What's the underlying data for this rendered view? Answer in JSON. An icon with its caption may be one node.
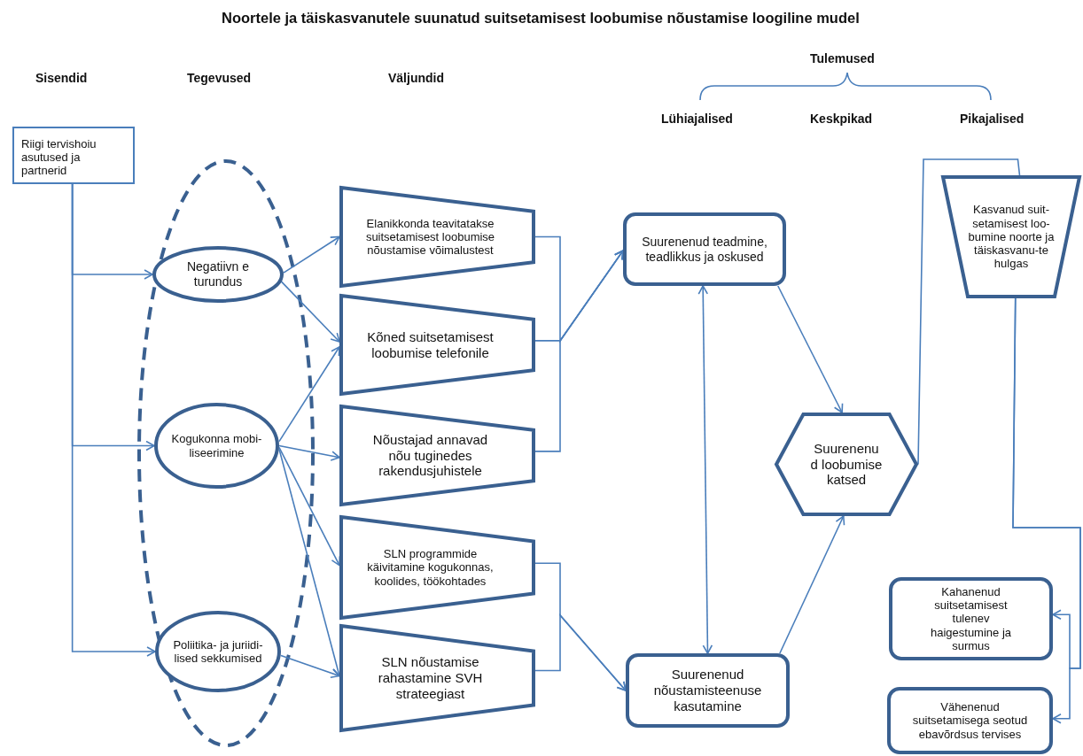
{
  "diagram": {
    "title": "Noortele ja täiskasvanutele suunatud  suitsetamisest loobumise nõustamise loogiline mudel",
    "nodes": [
      {
        "text": [
          "Riigi tervishoiu asutused ja partnerid"
        ]
      },
      {
        "text": [
          "Negatiivn e turundus"
        ]
      },
      {
        "text": [
          "Kogukonna mobi- liseerimine"
        ]
      },
      {
        "text": [
          "Poliitika- ja juriidi- lised sekkumised"
        ]
      },
      {
        "text": [
          "Elanikkonda teavitatakse suitsetamisest loobumise nõustamise võimalustest"
        ]
      },
      {
        "text": [
          "Kõned suitsetamisest loobumise telefonile"
        ]
      },
      {
        "text": [
          "Nõustajad annavad nõu tuginedes rakendusjuhistele"
        ]
      },
      {
        "text": [
          "SLN programmide käivitamine kogukonnas, koolides, töökohtades"
        ]
      },
      {
        "text": [
          "SLN nõustamise rahastamine SVH strateegiast"
        ]
      },
      {
        "text": [
          "Suurenenud teadmine, teadlikkus ja oskused"
        ]
      },
      {
        "text": [
          "Suurenenud nõustamisteenuse kasutamine"
        ]
      },
      {
        "text": [
          "Suurenenu d loobumise katsed"
        ]
      },
      {
        "text": [
          "Kasvanud suit- setamisest loo-bumine noorte ja täiskasvanu-te hulgas"
        ]
      },
      {
        "text": [
          "Kahanenud suitsetamisest tulenev haigestumine ja surmus"
        ]
      },
      {
        "text": [
          "Vähenenud suitsetamisega seotud  ebavõrdsus tervises"
        ]
      }
    ],
    "edges": [
      {
        "from": 0,
        "to": 1,
        "arrow": "to"
      },
      {
        "from": 0,
        "to": 2,
        "arrow": "to"
      },
      {
        "from": 0,
        "to": 3,
        "arrow": "to"
      },
      {
        "from": 1,
        "to": 4,
        "arrow": "to"
      },
      {
        "from": 1,
        "to": 5,
        "arrow": "to"
      },
      {
        "from": 2,
        "to": 5,
        "arrow": "to"
      },
      {
        "from": 2,
        "to": 6,
        "arrow": "to"
      },
      {
        "from": 2,
        "to": 7,
        "arrow": "to"
      },
      {
        "from": 2,
        "to": 8,
        "arrow": "to"
      },
      {
        "from": 3,
        "to": 8,
        "arrow": "to"
      },
      {
        "from": 4,
        "to": 9,
        "arrow": "to"
      },
      {
        "from": 5,
        "to": 9,
        "arrow": "to"
      },
      {
        "from": 6,
        "to": 9,
        "arrow": "to"
      },
      {
        "from": 7,
        "to": 10,
        "arrow": "to"
      },
      {
        "from": 8,
        "to": 10,
        "arrow": "to"
      },
      {
        "from": 9,
        "to": 10,
        "arrow": "both"
      },
      {
        "from": 9,
        "to": 11,
        "arrow": "to"
      },
      {
        "from": 10,
        "to": 11,
        "arrow": "to"
      },
      {
        "from": 11,
        "to": 12,
        "arrow": "none"
      },
      {
        "from": 12,
        "to": 13,
        "arrow": "to"
      },
      {
        "from": 12,
        "to": 14,
        "arrow": "to"
      }
    ],
    "labels": [
      "Sisendid",
      "Tegevused",
      "Väljundid",
      "Tulemused",
      "Lühiajalised",
      "Keskpikad",
      "Pikajalised"
    ]
  }
}
